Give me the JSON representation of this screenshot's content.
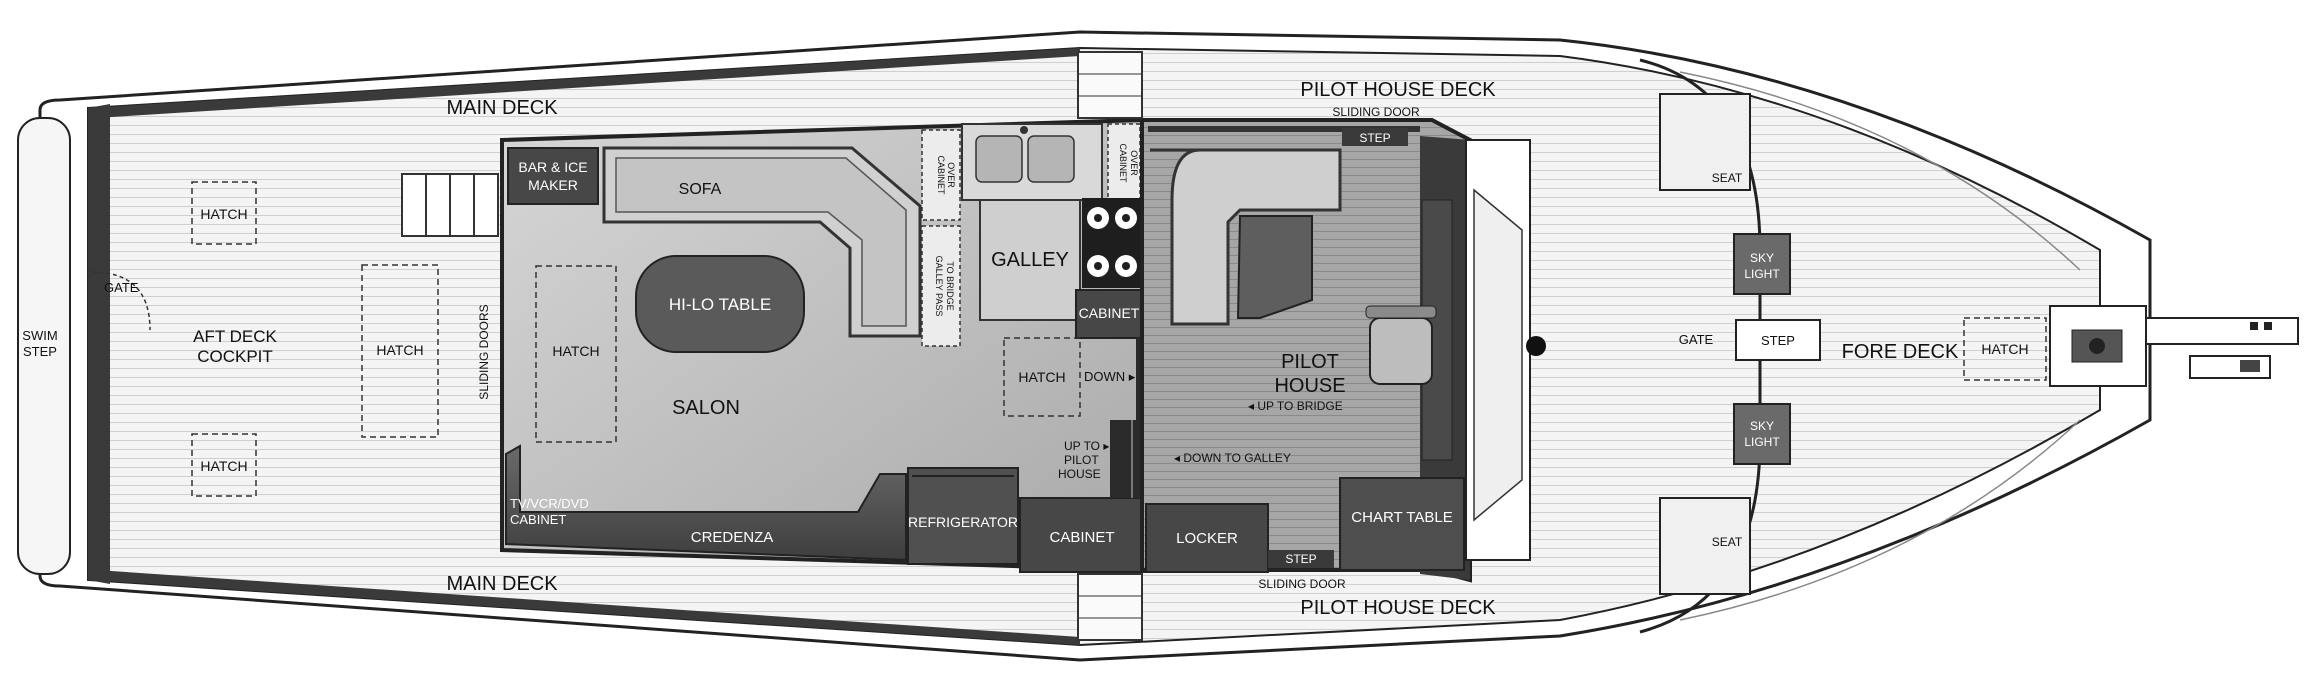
{
  "labels": {
    "main_deck_top": "MAIN DECK",
    "main_deck_bottom": "MAIN DECK",
    "pilot_house_deck_top": "PILOT HOUSE DECK",
    "pilot_house_deck_bottom": "PILOT HOUSE DECK",
    "sliding_door_top": "SLIDING DOOR",
    "sliding_door_bottom": "SLIDING DOOR",
    "step_top": "STEP",
    "step_bottom": "STEP",
    "step_fore": "STEP",
    "bar_ice_maker_1": "BAR & ICE",
    "bar_ice_maker_2": "MAKER",
    "sofa": "SOFA",
    "cabinet_over_left_1": "CABINET",
    "cabinet_over_left_2": "OVER",
    "cabinet_over_right_1": "CABINET",
    "cabinet_over_right_2": "OVER",
    "galley": "GALLEY",
    "galley_pass_1": "GALLEY PASS",
    "galley_pass_2": "TO BRIDGE",
    "cabinet_galley": "CABINET",
    "hi_lo_table": "HI-LO TABLE",
    "swim_step_1": "SWIM",
    "swim_step_2": "STEP",
    "gate_aft": "GATE",
    "aft_deck_1": "AFT DECK",
    "aft_deck_2": "COCKPIT",
    "hatch_aft_top": "HATCH",
    "hatch_aft_bottom": "HATCH",
    "hatch_mid": "HATCH",
    "hatch_salon": "HATCH",
    "hatch_galley": "HATCH",
    "hatch_fore": "HATCH",
    "sliding_doors": "SLIDING DOORS",
    "salon": "SALON",
    "down": "DOWN ▸",
    "up_to_pilot_house_1": "UP TO ▸",
    "up_to_pilot_house_2": "PILOT",
    "up_to_pilot_house_3": "HOUSE",
    "pilot_house_1": "PILOT",
    "pilot_house_2": "HOUSE",
    "up_to_bridge": "◂ UP TO BRIDGE",
    "down_to_galley": "◂ DOWN TO GALLEY",
    "tv_cabinet_1": "TV/VCR/DVD",
    "tv_cabinet_2": "CABINET",
    "credenza": "CREDENZA",
    "refrigerator": "REFRIGERATOR",
    "cabinet_bottom": "CABINET",
    "locker": "LOCKER",
    "chart_table": "CHART TABLE",
    "seat_top": "SEAT",
    "seat_bottom": "SEAT",
    "sky_light_top_1": "SKY",
    "sky_light_top_2": "LIGHT",
    "sky_light_bottom_1": "SKY",
    "sky_light_bottom_2": "LIGHT",
    "gate_fore": "GATE",
    "fore_deck": "FORE DECK"
  },
  "colors": {
    "hull_outline": "#222222",
    "deck_fill": "#f2f2f2",
    "interior_fill": "#bdbdbd",
    "dark_furniture": "#4a4a4a",
    "pilot_floor": "#9a9a9a"
  }
}
